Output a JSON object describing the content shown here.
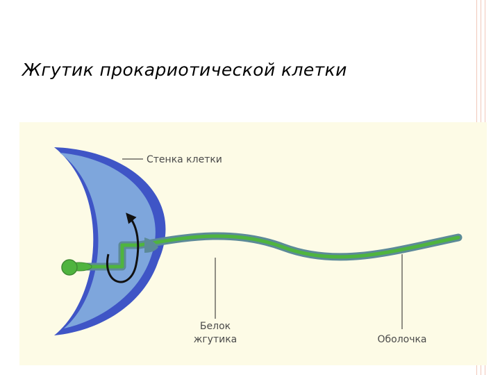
{
  "slide": {
    "title": "Жгутик прокариотической клетки"
  },
  "diagram": {
    "labels": {
      "cell_wall": "Стенка клетки",
      "flagellin_line1": "Белок",
      "flagellin_line2": "жгутика",
      "sheath": "Оболочка"
    }
  },
  "colors": {
    "panel_background": "#fdfbe6",
    "cell_wall": "#3f55c6",
    "cytoplasm": "#7ea6dc",
    "flagellum_outer": "#5c8a98",
    "flagellum_core": "#4fb43f",
    "rotation_arrow": "#111111",
    "decor_lines": "#f1c7b9"
  }
}
